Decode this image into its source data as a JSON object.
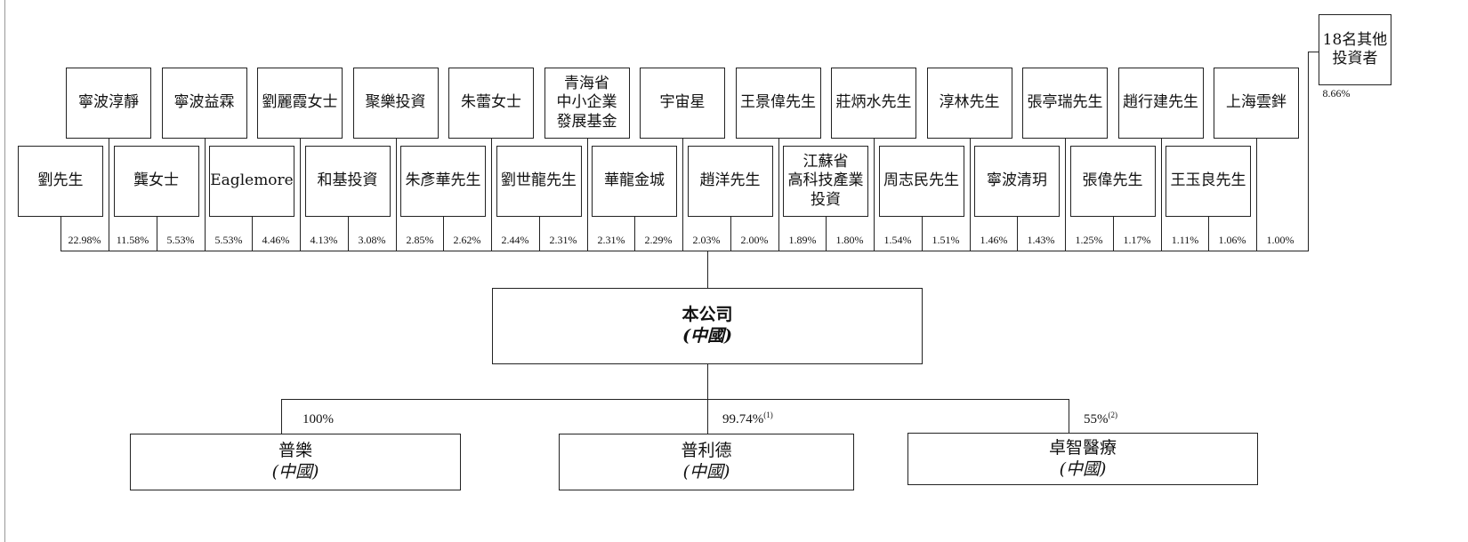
{
  "top_row": [
    {
      "name": "寧波淳靜"
    },
    {
      "name": "寧波益霖"
    },
    {
      "name": "劉麗霞女士"
    },
    {
      "name": "聚樂投資"
    },
    {
      "name": "朱蕾女士"
    },
    {
      "name": "青海省\n中小企業\n發展基金"
    },
    {
      "name": "宇宙星"
    },
    {
      "name": "王景偉先生"
    },
    {
      "name": "莊炳水先生"
    },
    {
      "name": "淳林先生"
    },
    {
      "name": "張亭瑞先生"
    },
    {
      "name": "趙行建先生"
    },
    {
      "name": "上海雲鉡"
    }
  ],
  "bottom_row": [
    {
      "name": "劉先生"
    },
    {
      "name": "龔女士"
    },
    {
      "name": "Eaglemore"
    },
    {
      "name": "和基投資"
    },
    {
      "name": "朱彥華先生"
    },
    {
      "name": "劉世龍先生"
    },
    {
      "name": "華龍金城"
    },
    {
      "name": "趙洋先生"
    },
    {
      "name": "江蘇省\n高科技產業\n投資"
    },
    {
      "name": "周志民先生"
    },
    {
      "name": "寧波清玥"
    },
    {
      "name": "張偉先生"
    },
    {
      "name": "王玉良先生"
    }
  ],
  "percentages": [
    "22.98%",
    "11.58%",
    "5.53%",
    "5.53%",
    "4.46%",
    "4.13%",
    "3.08%",
    "2.85%",
    "2.62%",
    "2.44%",
    "2.31%",
    "2.31%",
    "2.29%",
    "2.03%",
    "2.00%",
    "1.89%",
    "1.80%",
    "1.54%",
    "1.51%",
    "1.46%",
    "1.43%",
    "1.25%",
    "1.17%",
    "1.11%",
    "1.06%",
    "1.00%"
  ],
  "other_investors": {
    "name": "18名其他\n投資者",
    "pct": "8.66%"
  },
  "company": {
    "name": "本公司",
    "region": "(中國)"
  },
  "subsidiaries": [
    {
      "name": "普樂",
      "region": "(中國)",
      "pct": "100%",
      "note": ""
    },
    {
      "name": "普利德",
      "region": "(中國)",
      "pct": "99.74%",
      "note": "(1)"
    },
    {
      "name": "卓智醫療",
      "region": "(中國)",
      "pct": "55%",
      "note": "(2)"
    }
  ]
}
